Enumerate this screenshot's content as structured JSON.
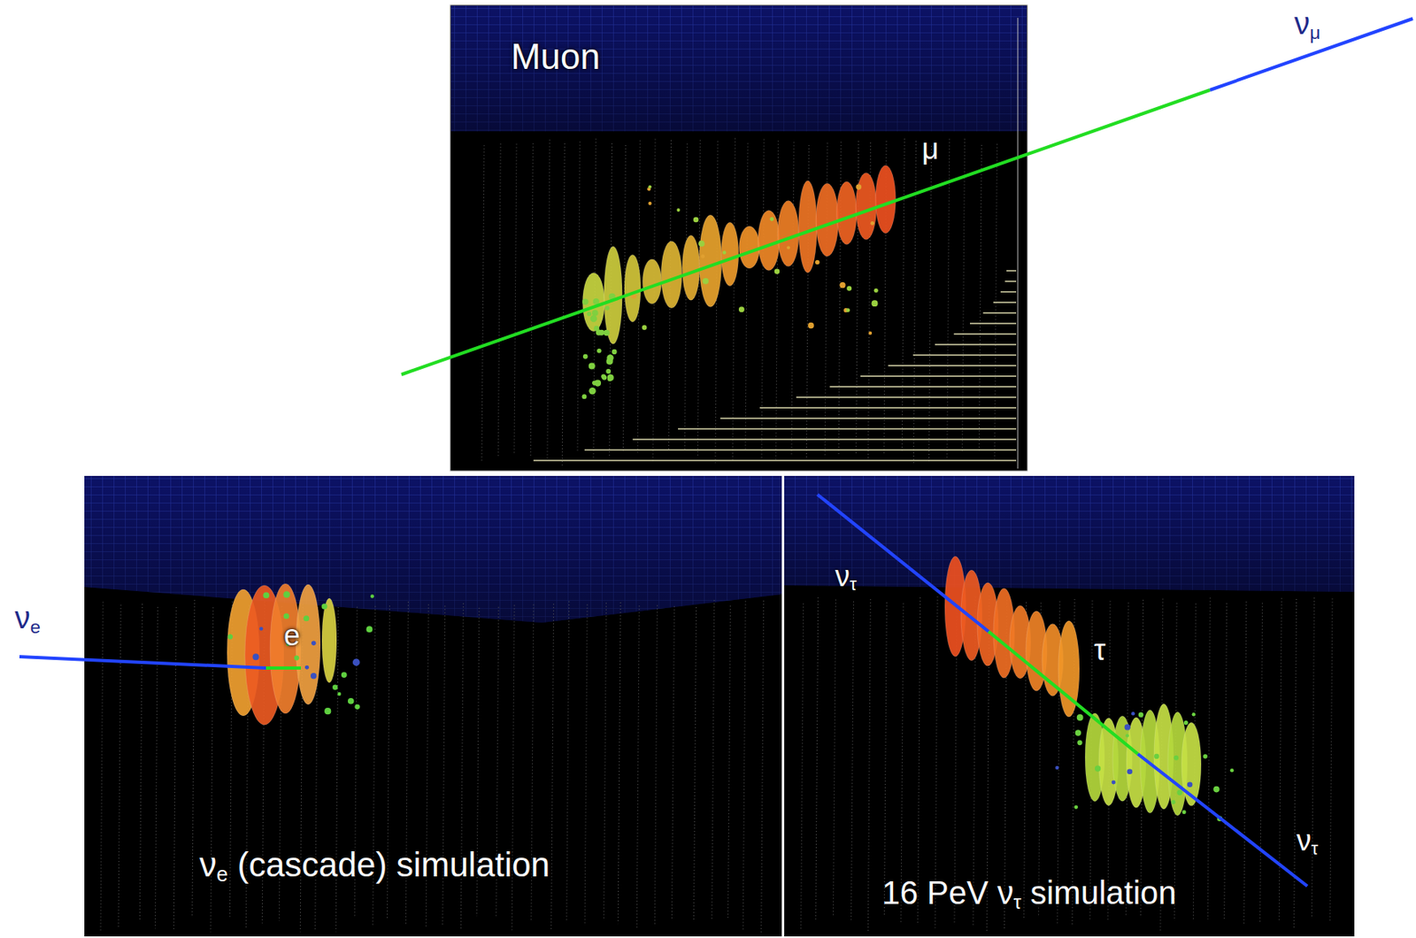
{
  "diagram": {
    "nodes": [
      {
        "text": [
          "Muon"
        ]
      },
      {
        "text": [
          "νe (cascade) simulation"
        ]
      },
      {
        "text": [
          "16 PeV ντ simulation"
        ]
      }
    ],
    "labels": [
      "νμ",
      "μ",
      "νe",
      "e",
      "ντ",
      "τ",
      "ντ"
    ]
  }
}
